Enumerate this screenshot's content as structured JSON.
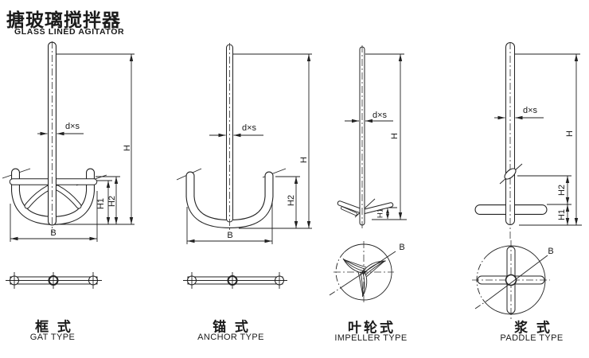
{
  "header": {
    "title_cn": "搪玻璃搅拌器",
    "title_en": "GLASS LINED AGITATOR"
  },
  "figures": [
    {
      "name_cn": "框 式",
      "name_en": "GAT TYPE",
      "dims": {
        "shaft": "d×s",
        "height": "H",
        "h1": "H1",
        "h2": "H2",
        "width": "B"
      }
    },
    {
      "name_cn": "锚 式",
      "name_en": "ANCHOR TYPE",
      "dims": {
        "shaft": "d×s",
        "height": "H",
        "h2": "H2",
        "width": "B"
      }
    },
    {
      "name_cn": "叶轮式",
      "name_en": "IMPELLER TYPE",
      "dims": {
        "shaft": "d×s",
        "height": "H",
        "h1": "H1",
        "width": "B"
      }
    },
    {
      "name_cn": "浆 式",
      "name_en": "PADDLE TYPE",
      "dims": {
        "shaft": "d×s",
        "height": "H",
        "h1": "H1",
        "h2": "H2",
        "width": "B"
      }
    }
  ],
  "colors": {
    "line": "#222222",
    "background": "#ffffff"
  }
}
